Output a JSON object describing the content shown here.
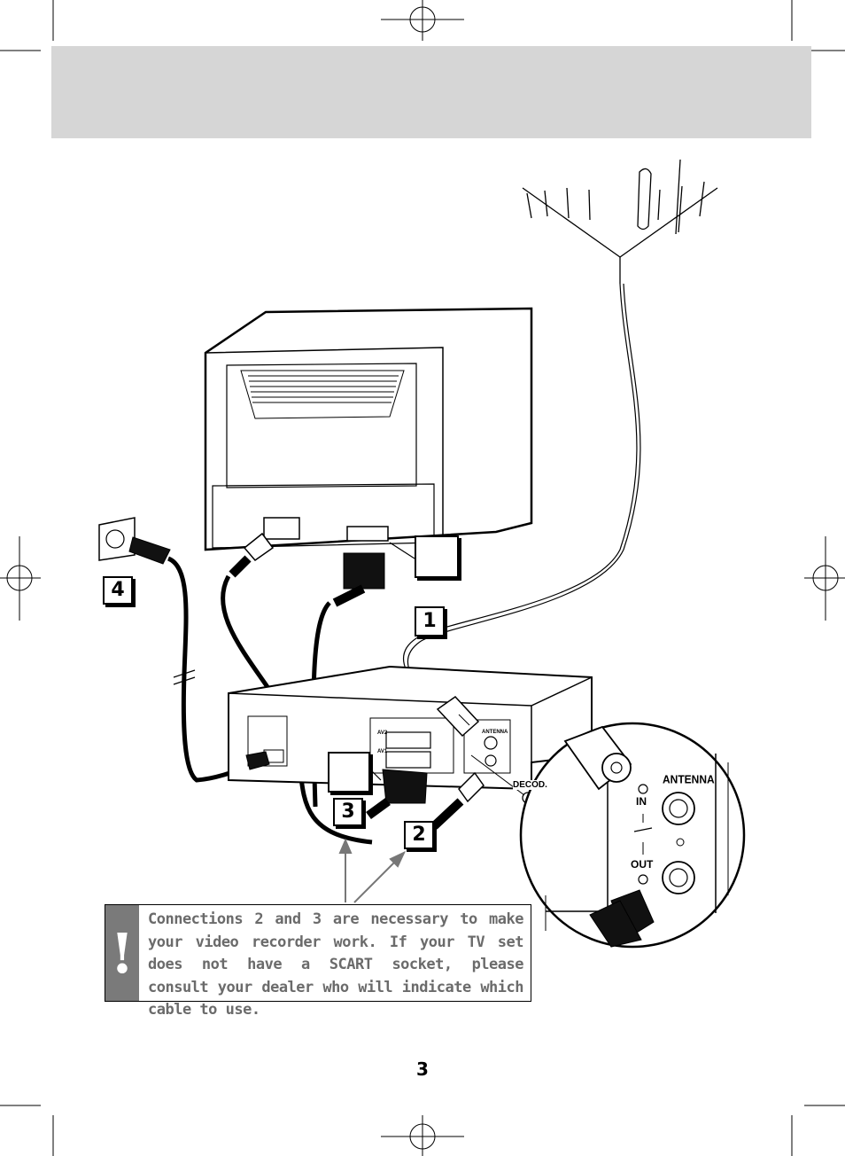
{
  "header": {
    "band_color": "#d6d6d6"
  },
  "callouts": {
    "c1": "1",
    "c2": "2",
    "c3": "3",
    "c4": "4"
  },
  "vcr_labels": {
    "antenna": "ANTENNA",
    "decod": "DECOD.",
    "av2": "AV2",
    "av1": "AV1"
  },
  "detail_labels": {
    "antenna": "ANTENNA",
    "in": "IN",
    "out": "OUT"
  },
  "note": {
    "icon": "exclamation-icon",
    "symbol": "!",
    "text": "Connections 2 and 3 are necessary to make your video recorder work. If your TV set does not have a SCART socket, please consult your dealer who will indicate which cable to use."
  },
  "page_number": "3"
}
